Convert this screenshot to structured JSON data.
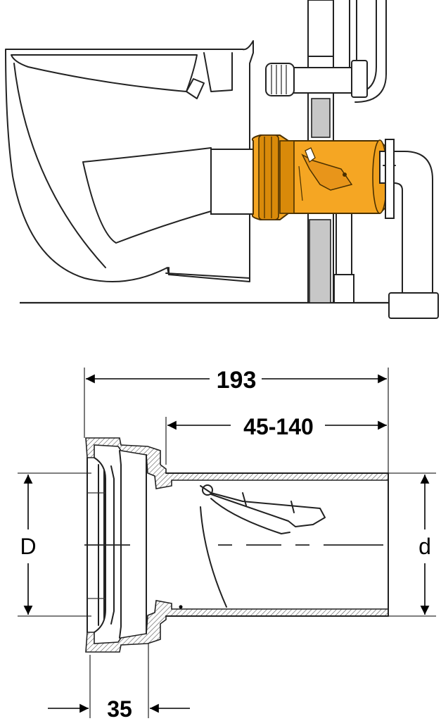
{
  "dimensions": {
    "overall_length": "193",
    "insertion_range": "45-140",
    "socket_depth": "35",
    "outer_diameter_label": "D",
    "inner_diameter_label": "d"
  },
  "colors": {
    "connector_highlight": "#f5a623",
    "wall_fill": "#c7c7c7",
    "line": "#222222"
  }
}
